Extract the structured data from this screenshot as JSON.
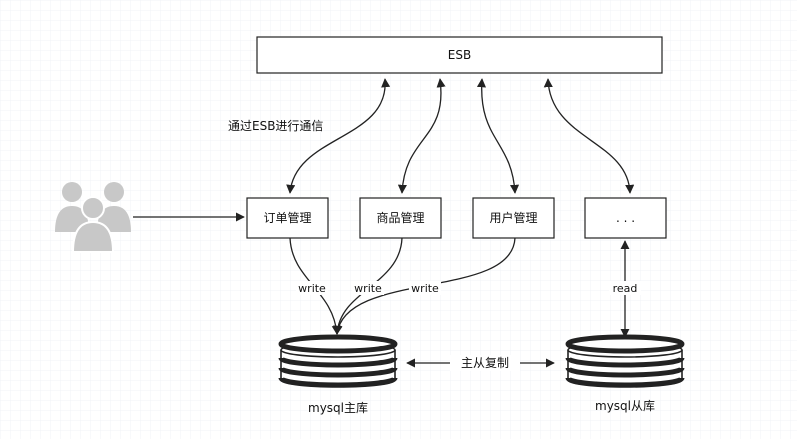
{
  "diagram": {
    "esb_label": "ESB",
    "annotation": "通过ESB进行通信",
    "services": [
      {
        "id": "order",
        "label": "订单管理"
      },
      {
        "id": "product",
        "label": "商品管理"
      },
      {
        "id": "user",
        "label": "用户管理"
      },
      {
        "id": "more",
        "label": ". . ."
      }
    ],
    "write_labels": [
      "write",
      "write",
      "write"
    ],
    "read_label": "read",
    "replication_label": "主从复制",
    "db_master_label": "mysql主库",
    "db_slave_label": "mysql从库",
    "users_icon": "users-group-icon"
  },
  "colors": {
    "stroke": "#222222",
    "grid": "#eef0f4",
    "users_icon": "#c8c8c8",
    "box_fill": "#ffffff"
  }
}
